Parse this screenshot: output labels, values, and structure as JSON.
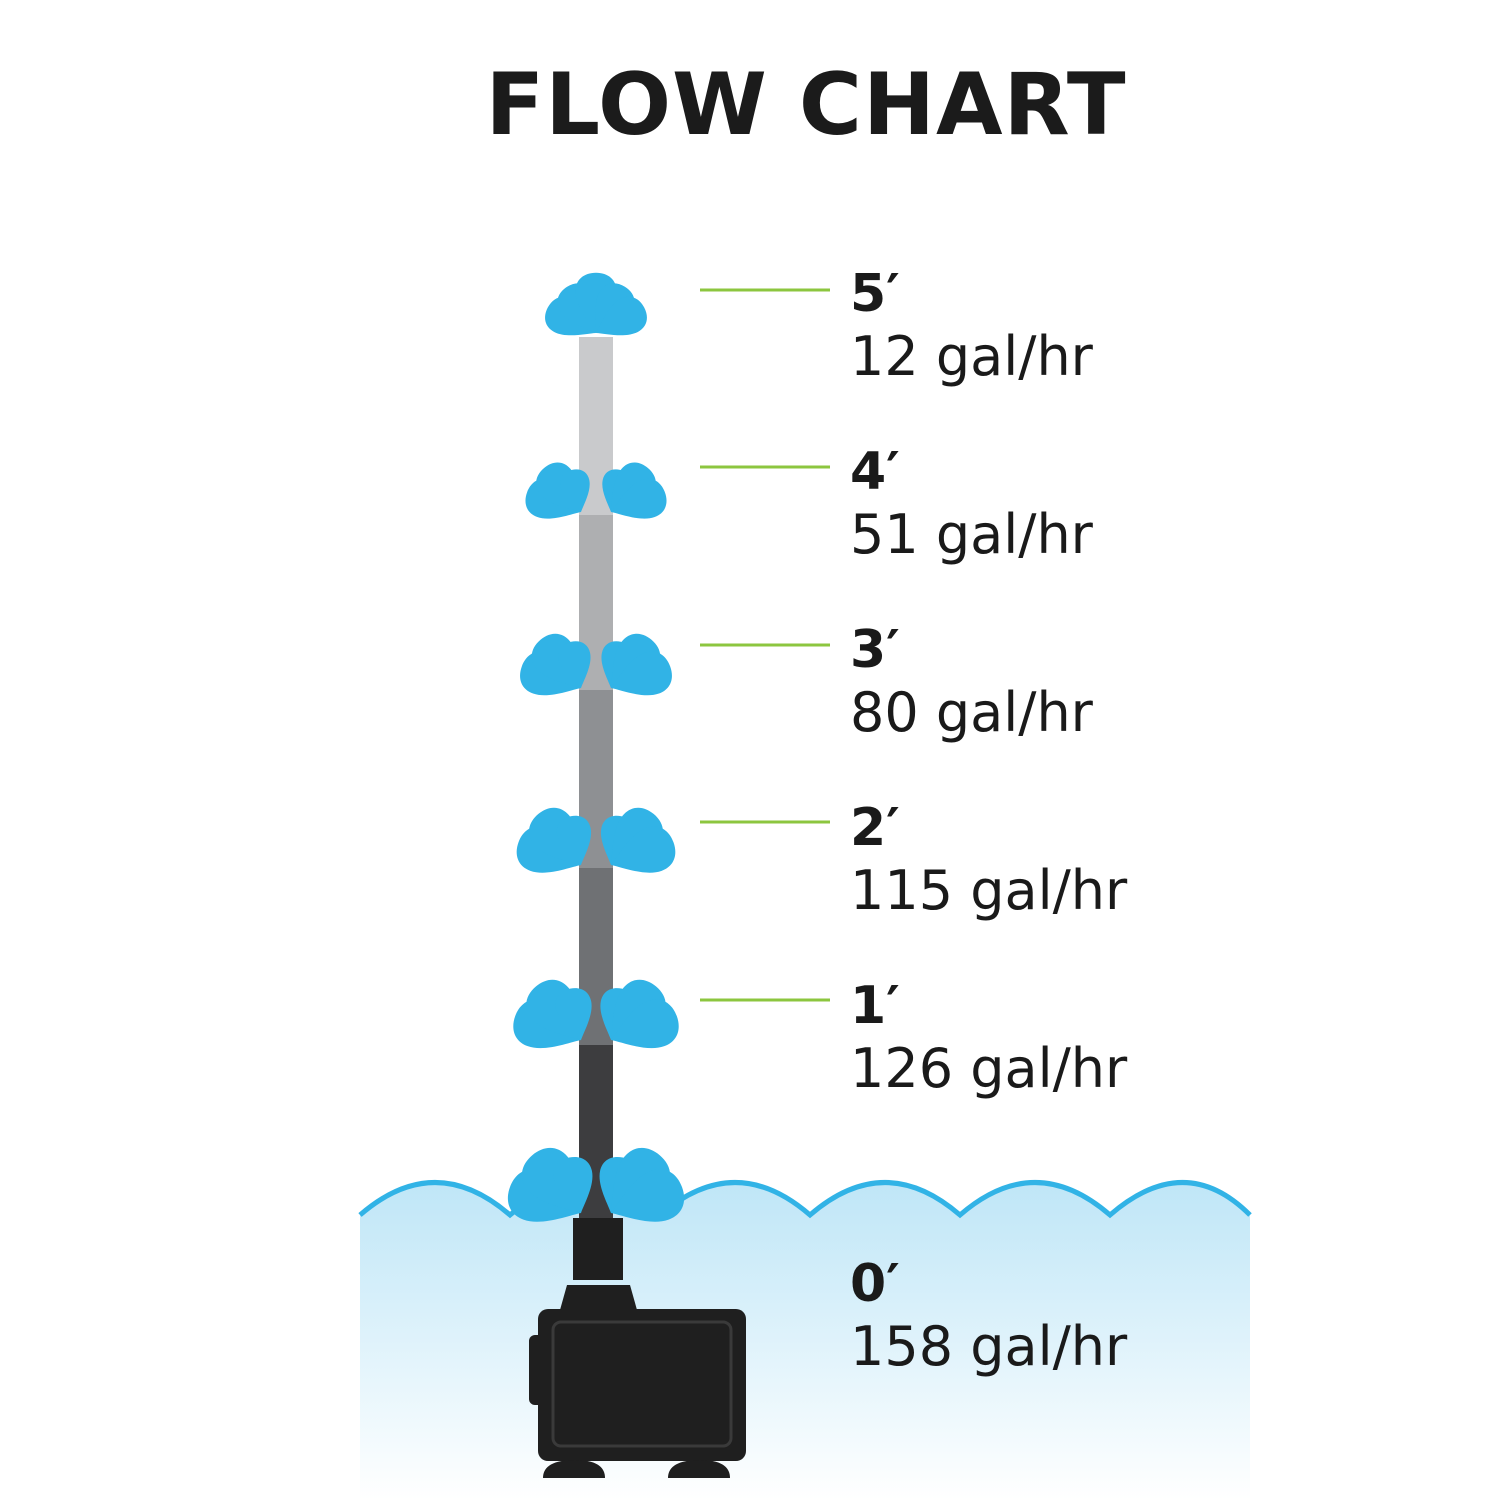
{
  "title": "FLOW CHART",
  "colors": {
    "water": "#31b3e6",
    "pool_top": "#bfe6f7",
    "pool_bottom": "#ffffff",
    "leader_line": "#8cc63f",
    "pump": "#1f1f1f"
  },
  "levels": [
    {
      "height": "5′",
      "flow": "12 gal/hr"
    },
    {
      "height": "4′",
      "flow": "51 gal/hr"
    },
    {
      "height": "3′",
      "flow": "80 gal/hr"
    },
    {
      "height": "2′",
      "flow": "115 gal/hr"
    },
    {
      "height": "1′",
      "flow": "126 gal/hr"
    },
    {
      "height": "0′",
      "flow": "158 gal/hr"
    }
  ],
  "tube_segment_colors": [
    "#c9cacc",
    "#aeafb1",
    "#8e9093",
    "#6f7174",
    "#3d3d3f"
  ]
}
